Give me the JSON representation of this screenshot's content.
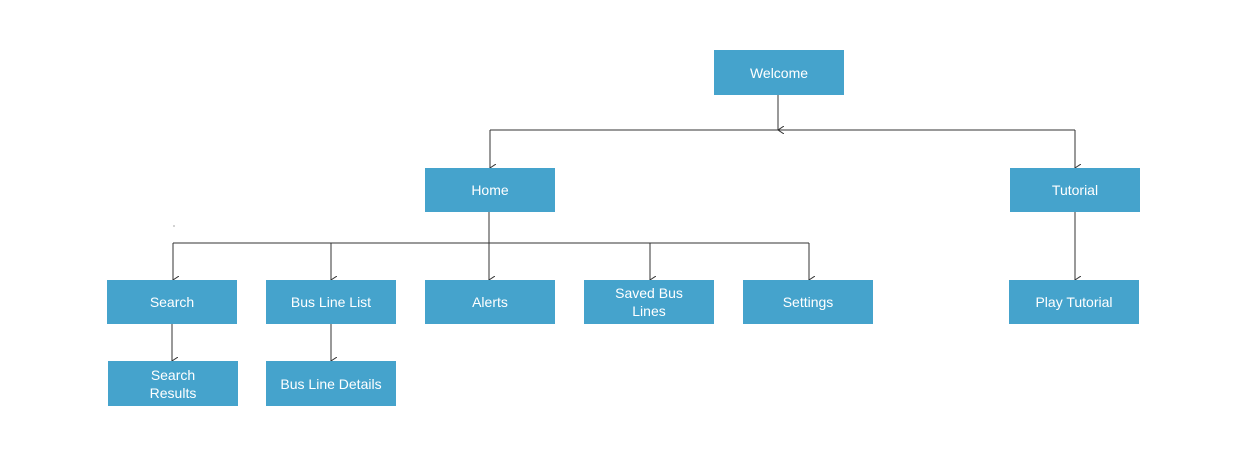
{
  "diagram": {
    "nodes": {
      "welcome": "Welcome",
      "home": "Home",
      "tutorial": "Tutorial",
      "search": "Search",
      "bus_line_list": "Bus Line List",
      "alerts": "Alerts",
      "saved_bus_lines": "Saved Bus\nLines",
      "settings": "Settings",
      "play_tutorial": "Play Tutorial",
      "search_results": "Search\nResults",
      "bus_line_details": "Bus Line Details"
    },
    "colors": {
      "node_fill": "#45a3cc",
      "node_text": "#ffffff",
      "connector": "#333333"
    }
  }
}
